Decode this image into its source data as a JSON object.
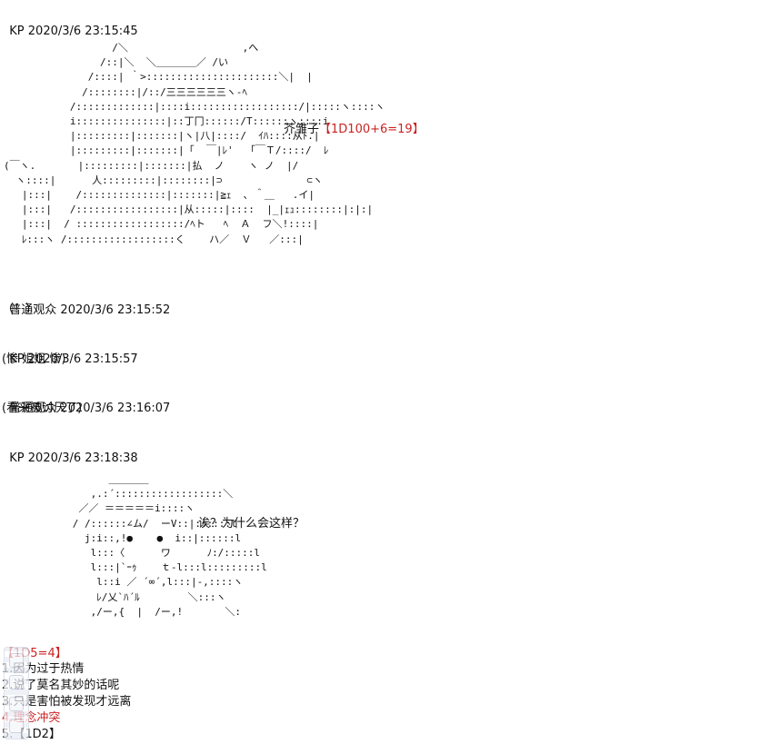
{
  "posts": [
    {
      "author": "KP",
      "time": "2020/3/6 23:15:45"
    },
    {
      "author": "普通观众",
      "time": "2020/3/6 23:15:52",
      "body": "（！）"
    },
    {
      "author": "KP",
      "time": "2020/3/6 23:15:57",
      "body": "(惨 姐姐 惨)"
    },
    {
      "author": "普通观众",
      "time": "2020/3/6 23:16:07",
      "body": "(看来被讨厌了)"
    },
    {
      "author": "KP",
      "time": "2020/3/6 23:18:38"
    }
  ],
  "art1": {
    "lines": [
      "                  /＼                   ,へ",
      "                /::|＼  ＼＿＿＿＿／ /い",
      "              /::::| ｀>::::::::::::::::::::::＼|  |",
      "             /::::::::|/::/三三三三三三ヽ-ﾍ",
      "           /:::::::::::::|::::i::::::::::::::::::/|:::::ヽ::::ヽ",
      "           i:::::::::::::::|::丁冂::::::/T::::::ヽ::::i",
      "           |:::::::::|:::::::|ヽ|八|::::/  ｲﾊ::::从ﾄ.|",
      "           |:::::::::|:::::::|「  ￣|ﾚ'  「￣Ｔ/::::/  ﾚ",
      "(￣ヽ.       |:::::::::|:::::::|払  ノ    ヽ ノ  |/",
      "  ヽ::::|      人:::::::::|::::::::|⊃              ⊂ヽ",
      "   |:::|    /::::::::::::::|:::::::|≧ｪ  ､ ＾＿   .イ|",
      "   |:::|   /:::::::::::::::::|从:::::|::::  |_|ｪｭ::::::::|:|:|",
      "   |:::|  / ::::::::::::::::::/ﾍト   ﾍ  Ａ  フ＼!::::|",
      "   ﾚ:::ヽ /::::::::::::::::::く    ハ／  Ｖ   ／:::|"
    ],
    "speaker": "芥雏子",
    "roll": "【1D100+6=19】"
  },
  "art2": {
    "lines": [
      "            ＿＿＿＿",
      "         ,.:´::::::::::::::::::＼",
      "       ／／ ＝＝＝＝＝i::::ヽ",
      "      / /::::::∠ム/  ーV::|::::::l",
      "        j:i::,!●    ●  i::|::::::l",
      "         l:::〈      ワ      ﾉ:/:::::l",
      "         l:::|`ｰｩ    ｔ-l:::l:::::::::l",
      "          l::i ／ ´∞´,l:::|-,::::ヽ",
      "          ﾚ/乂`ﾊ´ﾙ        ＼:::ヽ",
      "         ,/ー,{  |  /ー,!       ＼:"
    ],
    "speech": "诶？为什么会这样？"
  },
  "list": {
    "roll": "【1D5=4】",
    "items": [
      "1.因为过于热情",
      "2.说了莫名其妙的话呢",
      "3.只是害怕被发现才远离",
      "4.理念冲突",
      "5.【1D2】"
    ]
  },
  "colors": {
    "text": "#111111",
    "roll": "#cc2222",
    "background": "#ffffff"
  }
}
